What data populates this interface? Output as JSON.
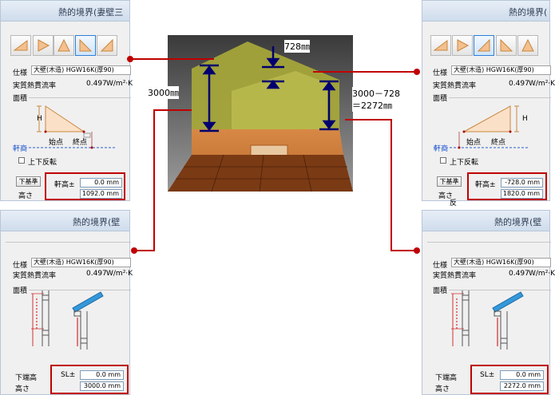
{
  "panels": {
    "top_left": {
      "title": "熱的境界(妻壁三",
      "spec_label": "仕様",
      "spec_value": "大壁(木造) HGW16K(厚90)",
      "heat_label": "実質熱貫流率",
      "heat_value": "0.497",
      "heat_unit": "W/m²·K",
      "area_label": "面積",
      "fig_h": "H",
      "fig_start": "始点",
      "fig_end": "終点",
      "eave_label": "軒高",
      "invert_label": "上下反転",
      "base_button": "下基準",
      "offset_label": "軒高±",
      "offset_value": "0.0 mm",
      "height_label": "高さ",
      "height_value": "1092.0 mm"
    },
    "top_right": {
      "title": "熱的境界(",
      "spec_label": "仕様",
      "spec_value": "大壁(木造) HGW16K(厚90)",
      "heat_label": "実質熱貫流率",
      "heat_value": "0.497",
      "heat_unit": "W/m²·K",
      "area_label": "面積",
      "fig_h": "H",
      "fig_start": "始点",
      "fig_end": "終点",
      "eave_label": "軒高",
      "invert_label": "上下反転",
      "base_button": "下基準",
      "offset_label": "軒高±",
      "offset_value": "-728.0 mm",
      "height_label": "高さ",
      "height_value": "1820.0 mm",
      "cut_label": "反"
    },
    "bottom_left": {
      "title": "熱的境界(壁",
      "spec_label": "仕様",
      "spec_value": "大壁(木造) HGW16K(厚90)",
      "heat_label": "実質熱貫流率",
      "heat_value": "0.497",
      "heat_unit": "W/m²·K",
      "area_label": "面積",
      "bottom_label": "下端高",
      "offset_label": "SL±",
      "offset_value": "0.0 mm",
      "height_label": "高さ",
      "height_value": "3000.0 mm"
    },
    "bottom_right": {
      "title": "熱的境界(壁",
      "spec_label": "仕様",
      "spec_value": "大壁(木造) HGW16K(厚90)",
      "heat_label": "実質熱貫流率",
      "heat_value": "0.497",
      "heat_unit": "W/m²·K",
      "area_label": "面積",
      "bottom_label": "下端高",
      "offset_label": "SL±",
      "offset_value": "0.0 mm",
      "height_label": "高さ",
      "height_value": "2272.0 mm"
    }
  },
  "annotations": {
    "gable_height": "728㎜",
    "wall_height": "3000㎜",
    "diff_formula": "3000－728",
    "diff_result": "＝2272㎜"
  },
  "colors": {
    "highlight": "#c00000",
    "dimension": "#00006e",
    "gable": "#a7a838",
    "wall": "#c97a3a",
    "floor": "#7a3a14"
  }
}
